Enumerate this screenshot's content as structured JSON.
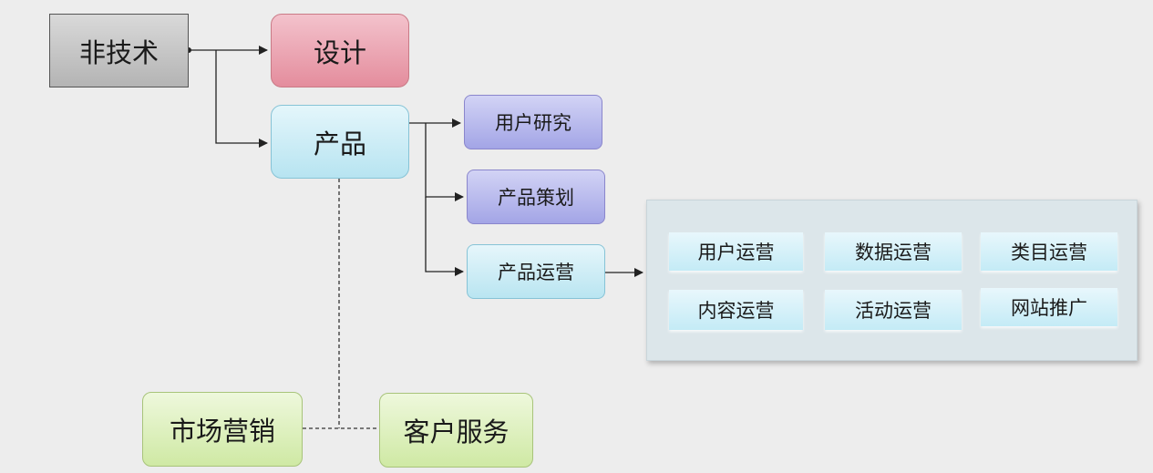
{
  "diagram": {
    "root": {
      "label": "非技术"
    },
    "design": {
      "label": "设计"
    },
    "product": {
      "label": "产品",
      "children": [
        {
          "label": "用户研究"
        },
        {
          "label": "产品策划"
        },
        {
          "label": "产品运营"
        }
      ]
    },
    "operations": {
      "items": [
        {
          "label": "用户运营"
        },
        {
          "label": "数据运营"
        },
        {
          "label": "类目运营"
        },
        {
          "label": "内容运营"
        },
        {
          "label": "活动运营"
        },
        {
          "label": "网站推广"
        }
      ]
    },
    "marketing": {
      "label": "市场营销"
    },
    "service": {
      "label": "客户服务"
    }
  },
  "colors": {
    "root": "#c4c4c4",
    "design": "#eba6b3",
    "product": "#c9ecf6",
    "product_child": "#b8b9ee",
    "ops_panel": "#dce6ea",
    "green": "#ddf0bd",
    "connector": "#222222"
  }
}
